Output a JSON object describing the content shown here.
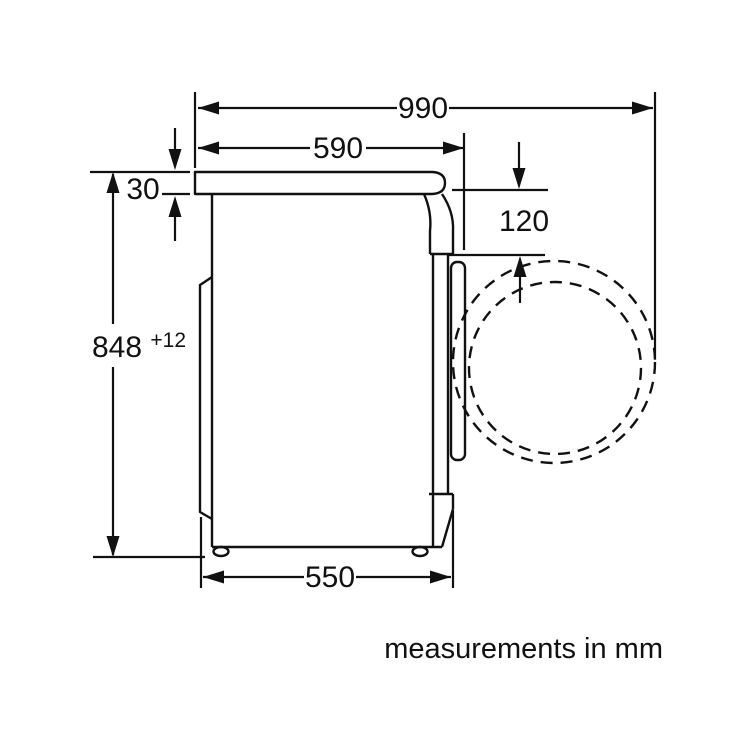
{
  "diagram": {
    "footnote": "measurements in mm",
    "dimensions": {
      "depth_door_open": "990",
      "worktop_depth": "590",
      "worktop_thickness": "30",
      "height": "848",
      "height_tolerance": "+12",
      "door_drop": "120",
      "body_depth": "550"
    },
    "colors": {
      "line": "#111111",
      "background": "#ffffff"
    }
  }
}
